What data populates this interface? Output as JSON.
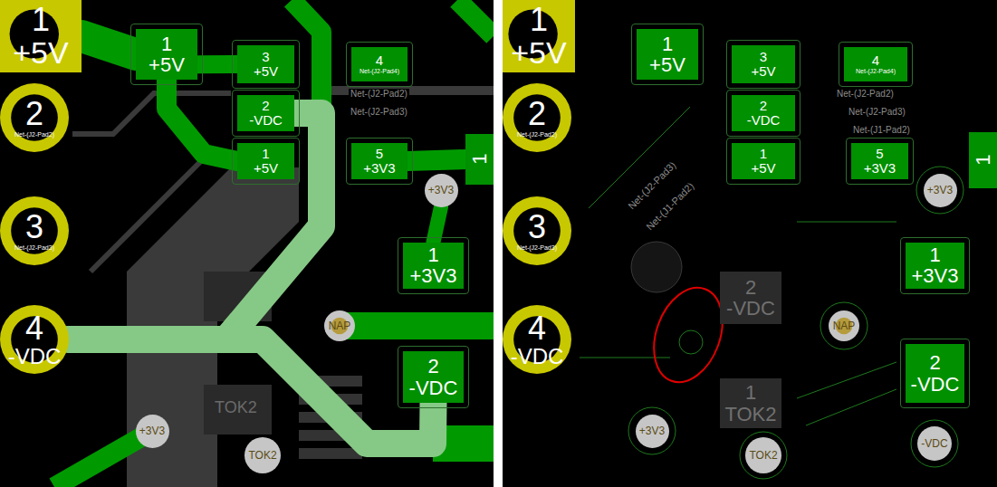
{
  "diagram": {
    "nodes": [
      {
        "text": [
          "1",
          "+5V"
        ]
      },
      {
        "text": [
          "2",
          "Net-(J2-Pad2)"
        ]
      },
      {
        "text": [
          "3",
          "Net-(J2-Pad3)"
        ]
      },
      {
        "text": [
          "4",
          "-VDC"
        ]
      },
      {
        "text": [
          "1",
          "+5V"
        ]
      },
      {
        "text": [
          "3",
          "+5V"
        ]
      },
      {
        "text": [
          "4",
          "Net-(J2-Pad4)"
        ]
      },
      {
        "text": [
          "2",
          "-VDC"
        ]
      },
      {
        "text": [
          "1",
          "+5V"
        ]
      },
      {
        "text": [
          "5",
          "+3V3"
        ]
      },
      {
        "text": [
          "1"
        ]
      },
      {
        "text": [
          "+3V3"
        ]
      },
      {
        "text": [
          "1",
          "+3V3"
        ]
      },
      {
        "text": [
          "NAP"
        ]
      },
      {
        "text": [
          "2",
          "-VDC"
        ]
      },
      {
        "text": [
          "+3V3"
        ]
      },
      {
        "text": [
          "TOK2"
        ]
      },
      {
        "text": [
          "1",
          "+5V"
        ]
      },
      {
        "text": [
          "2",
          "Net-(J2-Pad2)"
        ]
      },
      {
        "text": [
          "3",
          "Net-(J2-Pad3)"
        ]
      },
      {
        "text": [
          "4",
          "-VDC"
        ]
      },
      {
        "text": [
          "1",
          "+5V"
        ]
      },
      {
        "text": [
          "3",
          "+5V"
        ]
      },
      {
        "text": [
          "4",
          "Net-(J2-Pad4)"
        ]
      },
      {
        "text": [
          "2",
          "-VDC"
        ]
      },
      {
        "text": [
          "1",
          "+5V"
        ]
      },
      {
        "text": [
          "5",
          "+3V3"
        ]
      },
      {
        "text": [
          "1"
        ]
      },
      {
        "text": [
          "+3V3"
        ]
      },
      {
        "text": [
          "1",
          "+3V3"
        ]
      },
      {
        "text": [
          "2",
          "-VDC"
        ]
      },
      {
        "text": [
          "NAP"
        ]
      },
      {
        "text": [
          "2",
          "-VDC"
        ]
      },
      {
        "text": [
          "1",
          "TOK2"
        ]
      },
      {
        "text": [
          "+3V3"
        ]
      },
      {
        "text": [
          "TOK2"
        ]
      },
      {
        "text": [
          "-VDC"
        ]
      }
    ],
    "edges": [
      {
        "from": 0,
        "to": 4,
        "arrow": "none"
      },
      {
        "from": 4,
        "to": 5,
        "arrow": "none"
      },
      {
        "from": 4,
        "to": 8,
        "arrow": "none"
      },
      {
        "from": 9,
        "to": 10,
        "arrow": "none"
      },
      {
        "from": 11,
        "to": 12,
        "arrow": "none"
      },
      {
        "from": 3,
        "to": 7,
        "arrow": "none"
      },
      {
        "from": 3,
        "to": 14,
        "arrow": "none"
      }
    ],
    "labels": [
      "Net-(J2-Pad2)",
      "Net-(J2-Pad3)",
      "TOK2",
      "Net-(J2-Pad2)",
      "Net-(J2-Pad3)",
      "Net-(J1-Pad2)",
      "Net-(J2-Pad3)",
      "Net-(J1-Pad2)"
    ]
  }
}
